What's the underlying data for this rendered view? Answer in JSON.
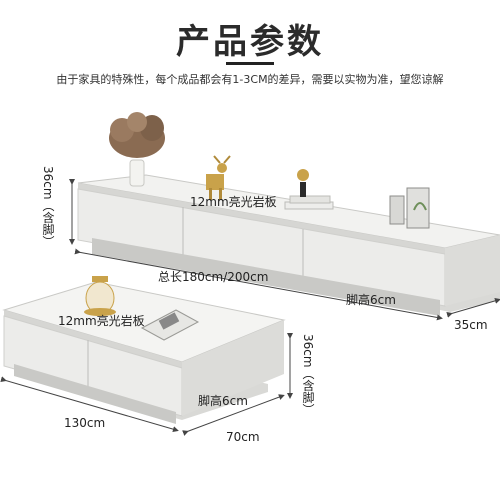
{
  "header": {
    "title": "产品参数",
    "note": "由于家具的特殊性，每个成品都会有1-3CM的差异，需要以实物为准，望您谅解"
  },
  "tv_cabinet": {
    "height": "36cm（含脚）",
    "top": "12mm亮光岩板",
    "length": "总长180cm/200cm",
    "leg": "脚高6cm",
    "depth": "35cm"
  },
  "coffee_table": {
    "top": "12mm亮光岩板",
    "height": "36cm（含脚）",
    "leg": "脚高6cm",
    "length": "130cm",
    "width": "70cm"
  },
  "colors": {
    "body": "#e6e6e3",
    "front": "#eeeeec",
    "slab": "#f4f4f2",
    "line": "#444444"
  }
}
